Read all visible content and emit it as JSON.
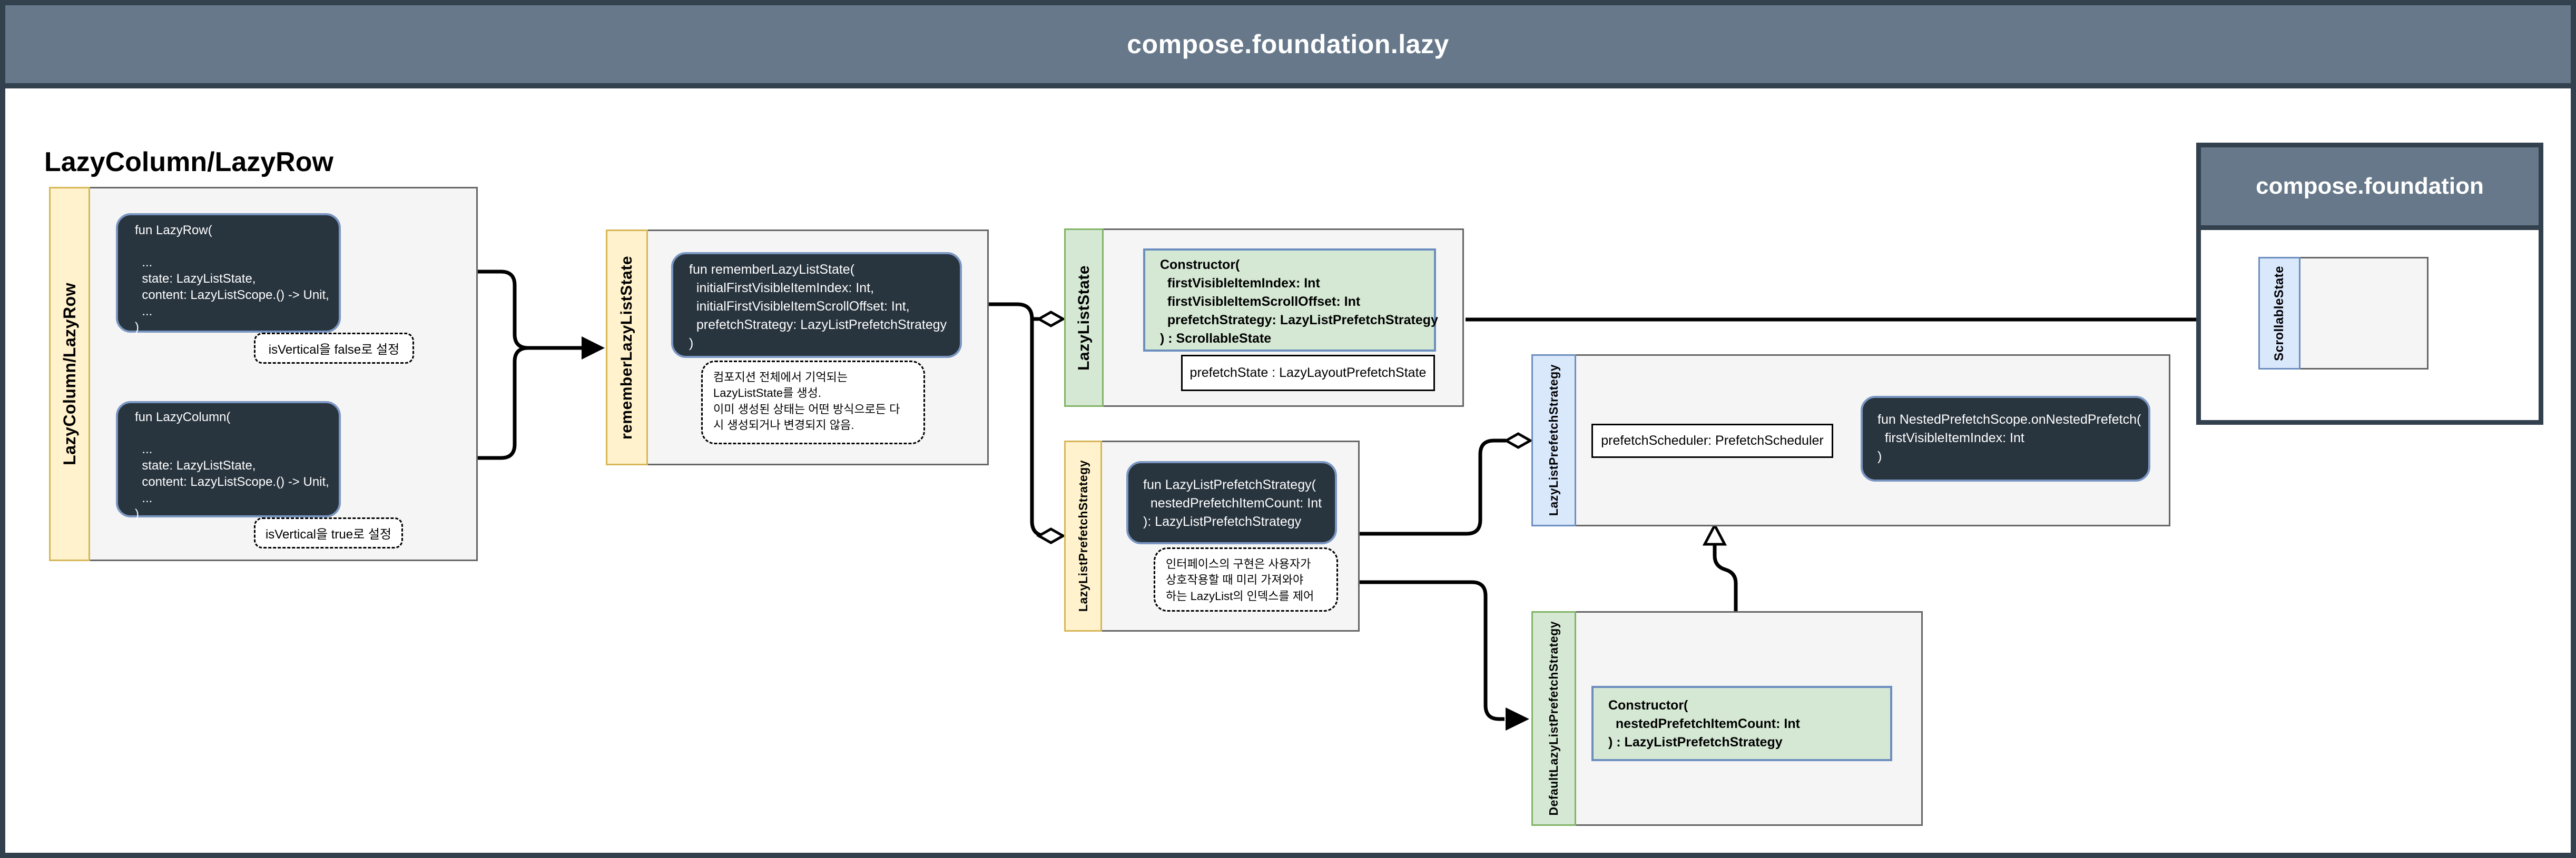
{
  "header": {
    "title": "compose.foundation.lazy"
  },
  "page_heading": "LazyColumn/LazyRow",
  "colors": {
    "frame": "#33414E",
    "header_fill": "#66788A",
    "section_body": "#F5F5F5",
    "yellow_sidebar": "#FFF2CC",
    "yellow_border": "#D6B656",
    "green_sidebar": "#D5E8D4",
    "green_border": "#82B366",
    "blue_sidebar": "#DAE8FC",
    "blue_border": "#6C8EBF",
    "code_block_fill": "#28343E",
    "code_block_border": "#7A96C2"
  },
  "sections": {
    "lazy": {
      "label": "LazyColumn/LazyRow",
      "lazyrow_code": [
        "fun LazyRow(",
        "",
        "  ...",
        "  state: LazyListState,",
        "  content: LazyListScope.() -> Unit,",
        "  ...",
        ")"
      ],
      "lazycolumn_code": [
        "fun LazyColumn(",
        "",
        "  ...",
        "  state: LazyListState,",
        "  content: LazyListScope.() -> Unit,",
        "  ...",
        ")"
      ],
      "note_false": "isVertical을 false로 설정",
      "note_true": "isVertical을 true로 설정"
    },
    "remember": {
      "label": "rememberLazyListState",
      "code": [
        "fun rememberLazyListState(",
        "  initialFirstVisibleItemIndex: Int,",
        "  initialFirstVisibleItemScrollOffset: Int,",
        "  prefetchStrategy: LazyListPrefetchStrategy",
        ")"
      ],
      "note": [
        "컴포지션 전체에서 기억되는",
        "LazyListState를 생성.",
        "이미 생성된 상태는 어떤 방식으로든 다",
        "시 생성되거나 변경되지 않음."
      ]
    },
    "state": {
      "label": "LazyListState",
      "constructor": [
        "Constructor(",
        "  firstVisibleItemIndex: Int",
        "  firstVisibleItemScrollOffset: Int",
        "  prefetchStrategy: LazyListPrefetchStrategy",
        ") : ScrollableState"
      ],
      "prefetch_state": "prefetchState : LazyLayoutPrefetchState"
    },
    "strategy": {
      "label": "LazyListPrefetchStrategy",
      "code": [
        "fun LazyListPrefetchStrategy(",
        "  nestedPrefetchItemCount: Int",
        "): LazyListPrefetchStrategy"
      ],
      "note": [
        "인터페이스의 구현은 사용자가",
        "상호작용할 때 미리 가져와야",
        "하는 LazyList의 인덱스를 제어"
      ]
    },
    "strategy_iface": {
      "label": "LazyListPrefetchStrategy",
      "prefetch_scheduler": "prefetchScheduler: PrefetchScheduler",
      "nested_code": [
        "fun NestedPrefetchScope.onNestedPrefetch(",
        "  firstVisibleItemIndex: Int",
        ")"
      ]
    },
    "default_strategy": {
      "label": "DefaultLazyListPrefetchStrategy",
      "constructor": [
        "Constructor(",
        "  nestedPrefetchItemCount: Int",
        ") : LazyListPrefetchStrategy"
      ]
    },
    "foundation": {
      "title": "compose.foundation",
      "scrollable_label": "ScrollableState"
    }
  }
}
